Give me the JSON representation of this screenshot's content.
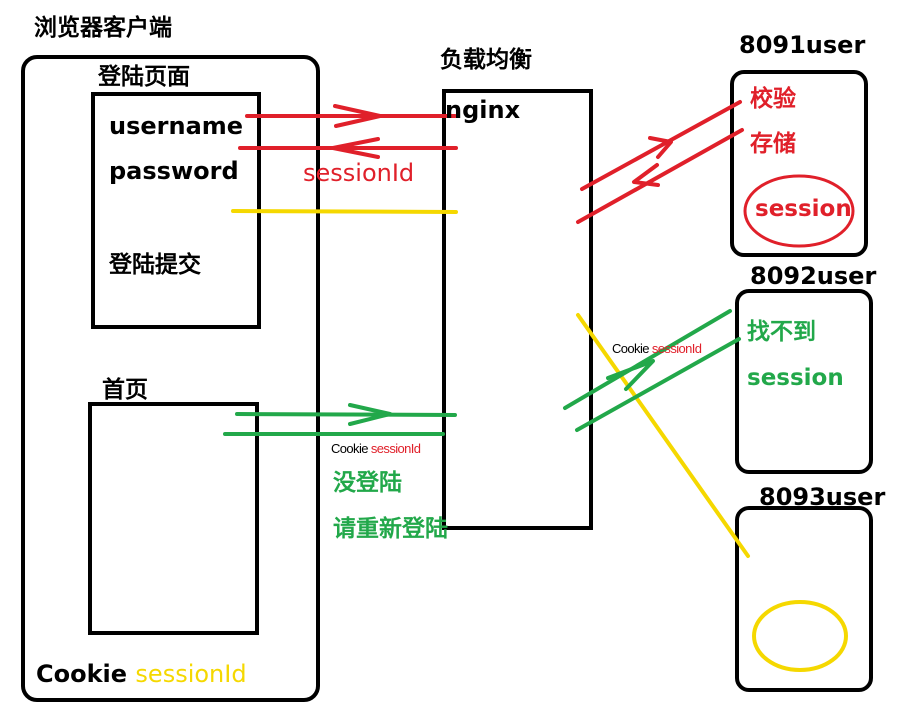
{
  "browser": {
    "title": "浏览器客户端",
    "login_page": {
      "title": "登陆页面",
      "username": "username",
      "password": "password",
      "submit": "登陆提交"
    },
    "home_page": {
      "title": "首页"
    },
    "cookie_label": "Cookie",
    "cookie_value": "sessionId"
  },
  "load_balancer": {
    "title": "负载均衡",
    "name": "nginx"
  },
  "servers": [
    {
      "title": "8091user",
      "lines": [
        "校验",
        "存储"
      ],
      "session_label": "session"
    },
    {
      "title": "8092user",
      "lines": [
        "找不到",
        "session"
      ]
    },
    {
      "title": "8093user"
    }
  ],
  "flows": {
    "login_response_label": "sessionId",
    "home_cookie_label": "Cookie",
    "home_cookie_value": "sessionId",
    "forward_cookie_label": "Cookie",
    "forward_cookie_value": "sessionId",
    "not_logged_in": "没登陆",
    "relogin": "请重新登陆"
  },
  "colors": {
    "red": "#e0202a",
    "green": "#22a84a",
    "yellow": "#f5d800",
    "black": "#000000"
  }
}
